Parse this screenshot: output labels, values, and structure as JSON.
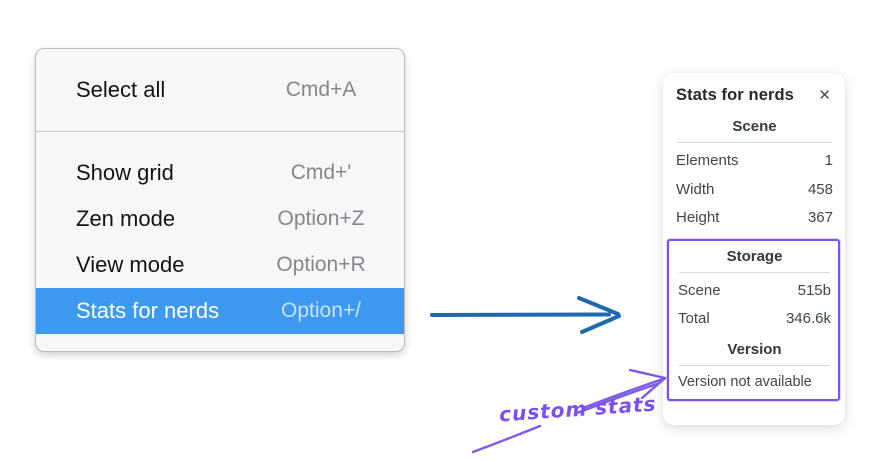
{
  "colors": {
    "menu_highlight": "#3d9af0",
    "menu_background": "#f6f7f7",
    "flow_arrow_blue": "#1e68b0",
    "annotation_purple": "#7a52e8"
  },
  "context_menu": {
    "selected_index": 4,
    "items": [
      {
        "label": "Select all",
        "shortcut": "Cmd+A"
      },
      {
        "label": "Show grid",
        "shortcut": "Cmd+'"
      },
      {
        "label": "Zen mode",
        "shortcut": "Option+Z"
      },
      {
        "label": "View mode",
        "shortcut": "Option+R"
      },
      {
        "label": "Stats for nerds",
        "shortcut": "Option+/"
      }
    ]
  },
  "stats_panel": {
    "title": "Stats for nerds",
    "close_glyph": "✕",
    "scene": {
      "heading": "Scene",
      "rows": [
        {
          "label": "Elements",
          "value": "1"
        },
        {
          "label": "Width",
          "value": "458"
        },
        {
          "label": "Height",
          "value": "367"
        }
      ]
    },
    "storage": {
      "heading": "Storage",
      "rows": [
        {
          "label": "Scene",
          "value": "515b"
        },
        {
          "label": "Total",
          "value": "346.6k"
        }
      ]
    },
    "version": {
      "heading": "Version",
      "note": "Version not available"
    }
  },
  "annotation": {
    "label": "custom stats"
  }
}
